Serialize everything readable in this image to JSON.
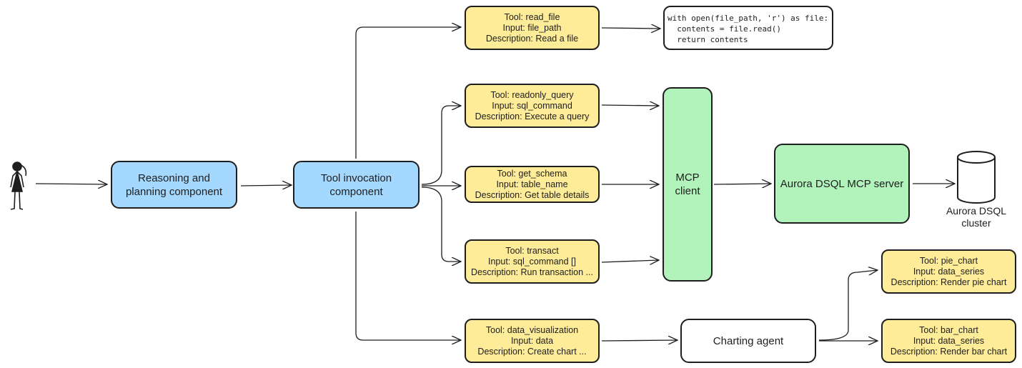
{
  "components": {
    "reasoning": "Reasoning and planning component",
    "invocation": "Tool invocation component",
    "mcp_client": "MCP client",
    "mcp_server": "Aurora DSQL MCP server",
    "charting_agent": "Charting agent",
    "cluster": "Aurora DSQL cluster"
  },
  "tools": {
    "read_file": {
      "tool": "Tool: read_file",
      "input": "Input: file_path",
      "description": "Description: Read a file"
    },
    "readonly_query": {
      "tool": "Tool: readonly_query",
      "input": "Input: sql_command",
      "description": "Description: Execute a query"
    },
    "get_schema": {
      "tool": "Tool: get_schema",
      "input": "Input: table_name",
      "description": "Description: Get table details"
    },
    "transact": {
      "tool": "Tool: transact",
      "input": "Input: sql_command []",
      "description": "Description: Run transaction ..."
    },
    "data_visualization": {
      "tool": "Tool: data_visualization",
      "input": "Input: data",
      "description": "Description: Create chart ..."
    },
    "pie_chart": {
      "tool": "Tool: pie_chart",
      "input": "Input: data_series",
      "description": "Description: Render pie chart"
    },
    "bar_chart": {
      "tool": "Tool: bar_chart",
      "input": "Input: data_series",
      "description": "Description: Render bar chart"
    }
  },
  "code": {
    "line1": "with open(file_path, 'r') as file:",
    "line2": "  contents = file.read()",
    "line3": "  return contents"
  },
  "colors": {
    "blue": "#a5d8ff",
    "green": "#b2f2bb",
    "yellow": "#ffec99",
    "stroke": "#1e1e1e"
  }
}
